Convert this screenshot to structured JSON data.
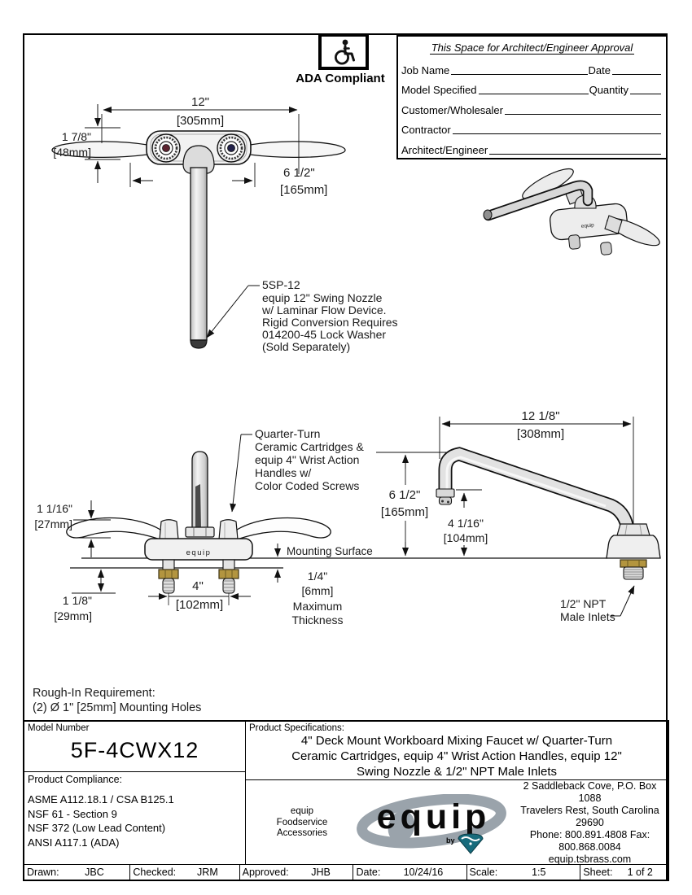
{
  "ada": {
    "label": "ADA Compliant"
  },
  "approval": {
    "title": "This Space for Architect/Engineer Approval",
    "rows": [
      {
        "label": "Job Name",
        "label2": "Date"
      },
      {
        "label": "Model Specified",
        "label2": "Quantity"
      },
      {
        "label": "Customer/Wholesaler"
      },
      {
        "label": "Contractor"
      },
      {
        "label": "Architect/Engineer"
      }
    ]
  },
  "drawing": {
    "plan": {
      "dim_width": "12\"",
      "dim_width_mm": "[305mm]",
      "dim_height": "1 7/8\"",
      "dim_height_mm": "[48mm]",
      "dim_nozzle": "6 1/2\"",
      "dim_nozzle_mm": "[165mm]"
    },
    "nozzle_note": {
      "lines": [
        "5SP-12",
        "equip 12\" Swing Nozzle",
        "w/ Laminar Flow Device.",
        "Rigid Conversion Requires",
        "014200-45 Lock Washer",
        "(Sold Separately)"
      ]
    },
    "cartridge_note": {
      "lines": [
        "Quarter-Turn",
        "Ceramic Cartridges &",
        "equip 4\" Wrist Action",
        "Handles w/",
        "Color Coded Screws"
      ]
    },
    "front": {
      "dim_handle": "1 1/16\"",
      "dim_handle_mm": "[27mm]",
      "dim_shank": "1 1/8\"",
      "dim_shank_mm": "[29mm]",
      "dim_centers": "4\"",
      "dim_centers_mm": "[102mm]",
      "mounting_surface": "Mounting Surface",
      "thickness": [
        "1/4\"",
        "[6mm]",
        "Maximum",
        "Thickness"
      ],
      "body_label": "equip"
    },
    "side": {
      "dim_reach": "12 1/8\"",
      "dim_reach_mm": "[308mm]",
      "dim_height": "6 1/2\"",
      "dim_height_mm": "[165mm]",
      "dim_spout": "4 1/16\"",
      "dim_spout_mm": "[104mm]",
      "inlet_line1": "1/2\" NPT",
      "inlet_line2": "Male Inlets"
    },
    "rough_in_line1": "Rough-In Requirement:",
    "rough_in_line2": "(2) Ø 1\" [25mm] Mounting Holes"
  },
  "title_block": {
    "model_number_label": "Model Number",
    "model_number": "5F-4CWX12",
    "compliance_label": "Product Compliance:",
    "compliance": [
      "ASME A112.18.1 / CSA B125.1",
      "NSF 61 - Section 9",
      "NSF 372 (Low Lead Content)",
      "ANSI A117.1 (ADA)"
    ],
    "specs_label": "Product Specifications:",
    "specs": [
      "4\" Deck Mount Workboard Mixing Faucet w/ Quarter-Turn",
      "Ceramic Cartridges, equip 4\" Wrist Action Handles, equip 12\"",
      "Swing Nozzle & 1/2\" NPT Male Inlets"
    ],
    "brand": {
      "tagline": [
        "equip",
        "Foodservice",
        "Accessories"
      ],
      "logo_word": "equip",
      "by": "by",
      "address": [
        "2 Saddleback Cove, P.O. Box 1088",
        "Travelers Rest, South Carolina 29690",
        "Phone: 800.891.4808  Fax: 800.868.0084",
        "equip.tsbrass.com"
      ]
    },
    "footer": [
      {
        "label": "Drawn:",
        "value": "JBC"
      },
      {
        "label": "Checked:",
        "value": "JRM"
      },
      {
        "label": "Approved:",
        "value": "JHB"
      },
      {
        "label": "Date:",
        "value": "10/24/16"
      },
      {
        "label": "Scale:",
        "value": "1:5"
      },
      {
        "label": "Sheet:",
        "value": "1  of  2"
      }
    ]
  },
  "colors": {
    "brass": "#b3953f",
    "teal_logo": "#176b7c",
    "hot_index": "#5c2430",
    "cold_index": "#23224a",
    "metal_light": "#e3e3e3",
    "logo_gray": "#9aa3ab"
  }
}
